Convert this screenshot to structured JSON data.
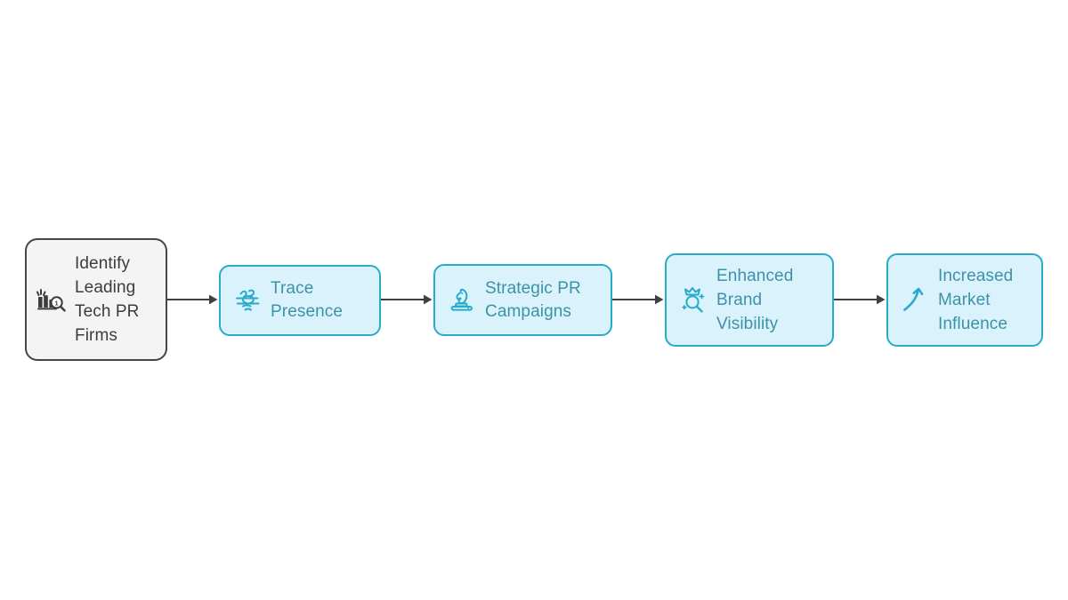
{
  "diagram": {
    "type": "horizontal-flow",
    "background_color": "#ffffff",
    "accent_color": "#29abca",
    "node_fill_color": "#d9f2fb",
    "node_text_color": "#3d92a8",
    "start_fill_color": "#f4f4f4",
    "start_border_color": "#44464a",
    "start_text_color": "#3c3c3c",
    "connector_color": "#3f4044",
    "nodes": [
      {
        "id": "identify-leading-tech-pr-firms",
        "label": "Identify\nLeading\nTech PR\nFirms",
        "icon": "bar-chart-magnifier-icon",
        "style": "start"
      },
      {
        "id": "trace-presence",
        "label": "Trace\nPresence",
        "icon": "footprints-icon",
        "style": "step"
      },
      {
        "id": "strategic-pr-campaigns",
        "label": "Strategic PR\nCampaigns",
        "icon": "chess-knight-icon",
        "style": "step"
      },
      {
        "id": "enhanced-brand-visibility",
        "label": "Enhanced\nBrand\nVisibility",
        "icon": "crown-magnifier-icon",
        "style": "step"
      },
      {
        "id": "increased-market-influence",
        "label": "Increased\nMarket\nInfluence",
        "icon": "growth-arrow-icon",
        "style": "step"
      }
    ],
    "connectors": [
      {
        "id": "connector-1",
        "from": "identify-leading-tech-pr-firms",
        "to": "trace-presence",
        "arrow": "right"
      },
      {
        "id": "connector-2",
        "from": "trace-presence",
        "to": "strategic-pr-campaigns",
        "arrow": "right"
      },
      {
        "id": "connector-3",
        "from": "strategic-pr-campaigns",
        "to": "enhanced-brand-visibility",
        "arrow": "right"
      },
      {
        "id": "connector-4",
        "from": "enhanced-brand-visibility",
        "to": "increased-market-influence",
        "arrow": "right"
      }
    ]
  }
}
